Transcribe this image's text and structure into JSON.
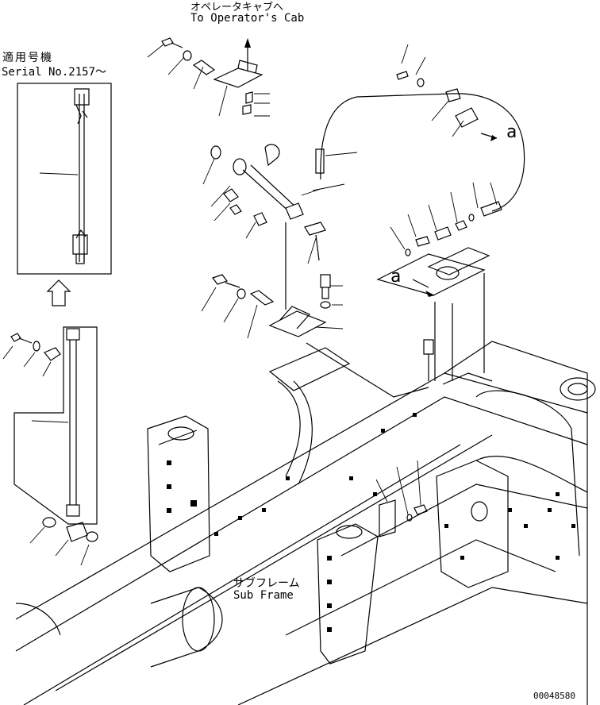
{
  "labels": {
    "cab_jp": "オペレータキャブへ",
    "cab_en": "To Operator's Cab",
    "serial_jp": "適用号機",
    "serial_en": "Serial No.2157～",
    "ref_a_upper": "a",
    "ref_a_lower": "a",
    "subframe_jp": "サブフレーム",
    "subframe_en": "Sub Frame",
    "drawing_no": "00048580"
  }
}
